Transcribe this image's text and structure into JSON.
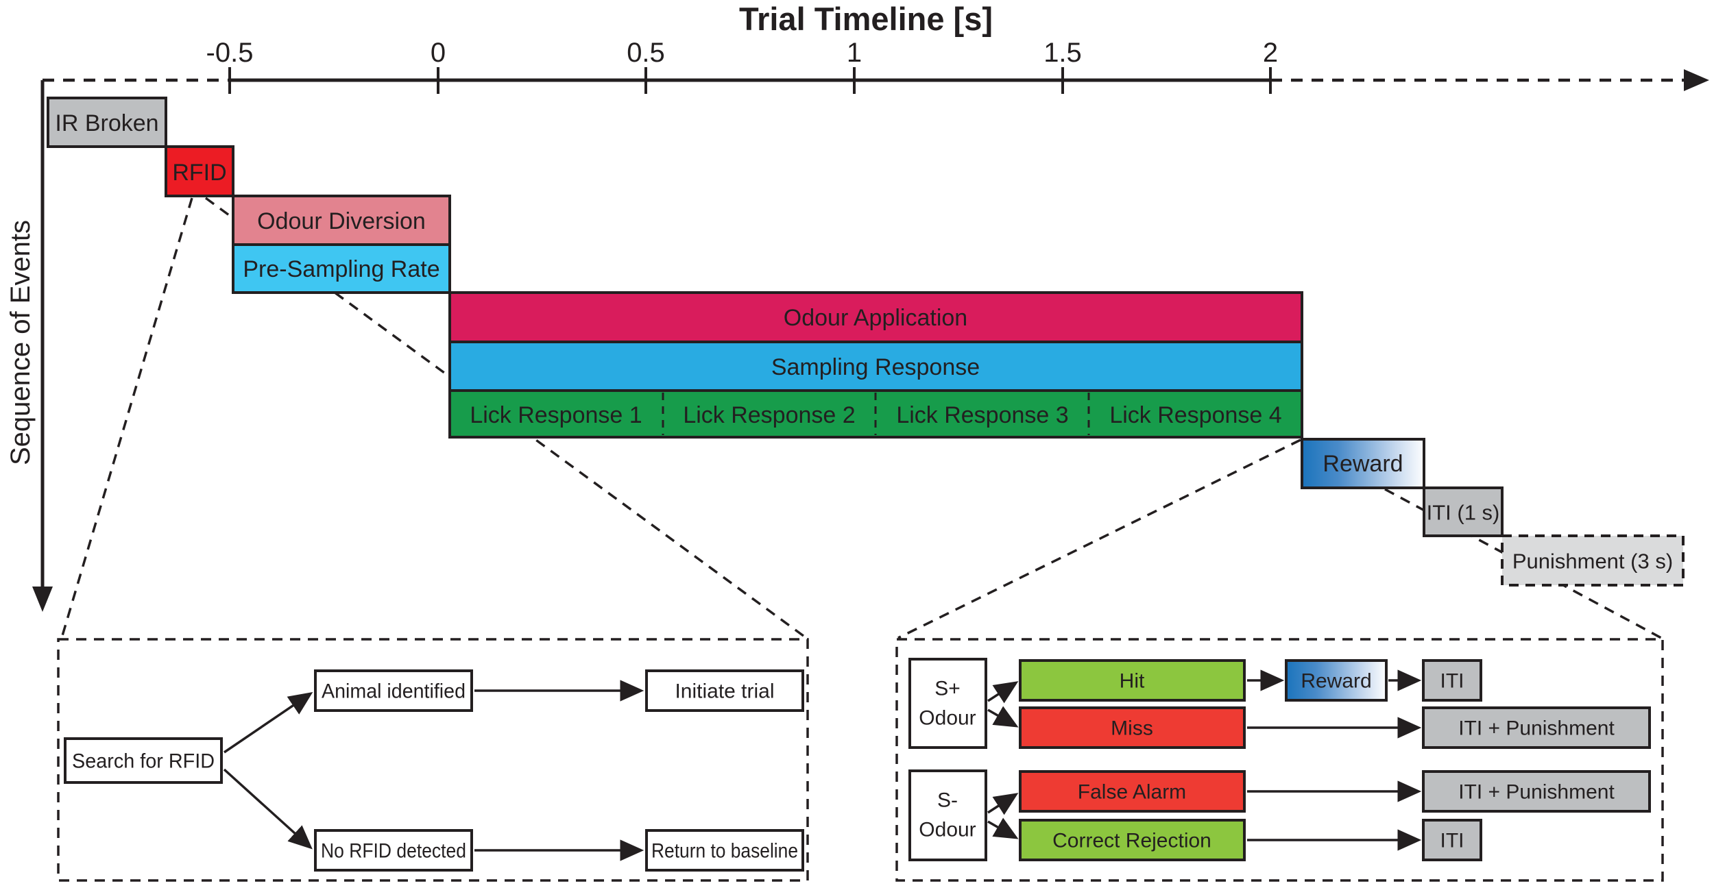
{
  "axis": {
    "title": "Trial Timeline [s]",
    "sequence_label": "Sequence of Events",
    "ticks": [
      "-0.5",
      "0",
      "0.5",
      "1",
      "1.5",
      "2"
    ]
  },
  "events": {
    "ir_broken": "IR Broken",
    "rfid": "RFID",
    "odour_diversion": "Odour Diversion",
    "pre_sampling": "Pre-Sampling Rate",
    "odour_application": "Odour Application",
    "sampling_response": "Sampling Response",
    "lick1": "Lick Response 1",
    "lick2": "Lick Response 2",
    "lick3": "Lick Response 3",
    "lick4": "Lick Response 4",
    "reward": "Reward",
    "iti": "ITI (1 s)",
    "punishment": "Punishment (3 s)"
  },
  "rfid_panel": {
    "search": "Search for RFID",
    "identified": "Animal identified",
    "initiate": "Initiate trial",
    "no_rfid": "No RFID detected",
    "return_baseline": "Return to baseline"
  },
  "outcome_panel": {
    "s_plus_line1": "S+",
    "s_plus_line2": "Odour",
    "s_minus_line1": "S-",
    "s_minus_line2": "Odour",
    "hit": "Hit",
    "miss": "Miss",
    "false_alarm": "False Alarm",
    "correct_rejection": "Correct Rejection",
    "reward": "Reward",
    "iti_after_reward": "ITI",
    "iti_after_cr": "ITI",
    "iti_punishment_miss": "ITI + Punishment",
    "iti_punishment_fa": "ITI + Punishment"
  },
  "colors": {
    "ink": "#231F20",
    "gray": "#BDBFC1",
    "light_gray": "#DADBDC",
    "red": "#EC1C24",
    "rose": "#E2838F",
    "light_blue": "#3FC6F2",
    "crimson": "#D91C5C",
    "blue": "#29ABE2",
    "green": "#179C4B",
    "lime": "#8CC63F",
    "alarm_red": "#EE3B33",
    "reward_grad_start": "#1B74BC",
    "reward_grad_mid": "#4A8BC9",
    "reward_grad_light": "#C9DAEF",
    "reward_grad_end": "#FDFEFF"
  }
}
